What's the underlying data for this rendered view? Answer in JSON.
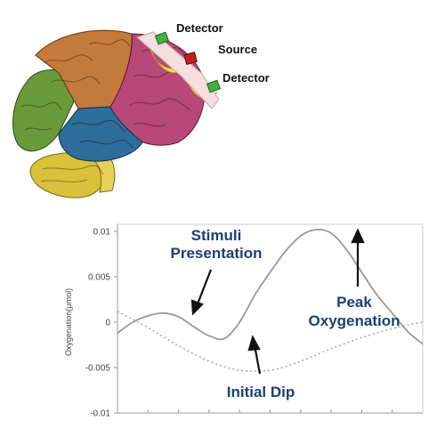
{
  "brain": {
    "detector_top_label": "Detector",
    "source_label": "Source",
    "detector_bottom_label": "Detector"
  },
  "annotations": {
    "stimuli_line1": "Stimuli",
    "stimuli_line2": "Presentation",
    "peak_line1": "Peak",
    "peak_line2": "Oxygenation",
    "initial_dip": "Initial Dip"
  },
  "chart_data": {
    "type": "line",
    "ylabel": "Oxygenation(μmol)",
    "ylim": [
      -0.01,
      0.01
    ],
    "yticks": [
      "0.01",
      "0.005",
      "0",
      "-0.005",
      "-0.01"
    ],
    "ytick_values": [
      0.01,
      0.005,
      0,
      -0.005,
      -0.01
    ],
    "series": [
      {
        "style": "solid",
        "color": "#999999",
        "x": [
          0,
          0.5,
          1,
          1.5,
          2,
          2.5,
          3,
          3.5,
          4,
          4.5,
          5,
          5.5,
          6,
          6.5,
          7,
          7.5,
          8,
          8.5,
          9,
          9.5,
          10
        ],
        "values": [
          -0.0012,
          0.0,
          0.0007,
          0.001,
          0.0006,
          -0.0005,
          -0.0015,
          -0.0018,
          0.0,
          0.003,
          0.0055,
          0.0078,
          0.0095,
          0.0102,
          0.0098,
          0.008,
          0.0055,
          0.003,
          0.001,
          -0.001,
          -0.0024
        ]
      },
      {
        "style": "dotted",
        "color": "#aaaaaa",
        "x": [
          0,
          0.5,
          1,
          1.5,
          2,
          2.5,
          3,
          3.5,
          4,
          4.5,
          5,
          5.5,
          6,
          6.5,
          7,
          7.5,
          8,
          8.5,
          9,
          9.5,
          10
        ],
        "values": [
          0.0012,
          0.0003,
          -0.0006,
          -0.0016,
          -0.0026,
          -0.0035,
          -0.0043,
          -0.0049,
          -0.0053,
          -0.0054,
          -0.0053,
          -0.0049,
          -0.0043,
          -0.0036,
          -0.0029,
          -0.0023,
          -0.0017,
          -0.0012,
          -0.0007,
          -0.0003,
          0.0
        ]
      }
    ],
    "xlim": [
      0,
      10
    ]
  }
}
